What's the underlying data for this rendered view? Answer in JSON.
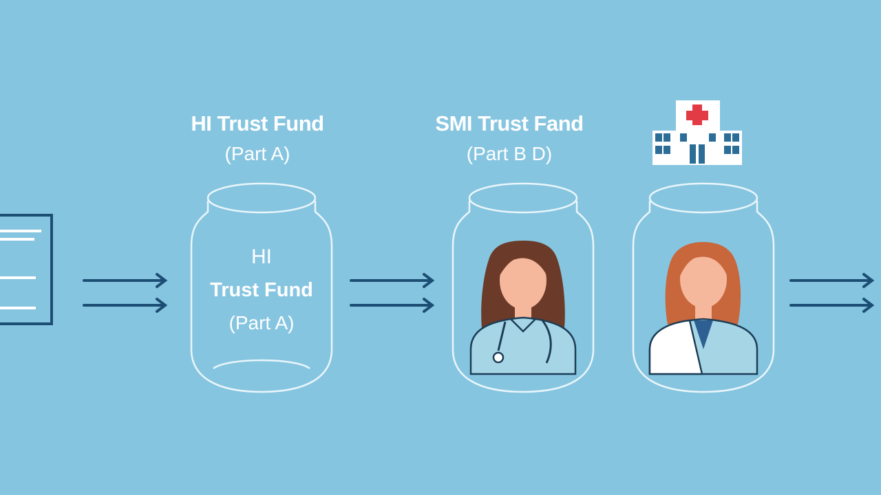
{
  "fund_hi": {
    "title": "HI Trust Fund",
    "subtitle": "(Part A)"
  },
  "fund_smi": {
    "title": "SMI Trust Fand",
    "subtitle": "(Part B D)"
  },
  "jar_hi": {
    "line1": "HI",
    "line2": "Trust Fund",
    "line3": "(Part A)"
  },
  "colors": {
    "background": "#86c5e0",
    "jar_outline": "#eaf6fb",
    "arrow": "#1c4e74",
    "doc_frame": "#1c4e74",
    "hospital_cross": "#e23b46",
    "hospital_window": "#2b6d97",
    "skin": "#f6b89c",
    "hair_dark": "#6b3a28",
    "hair_auburn": "#c8663c",
    "scrubs": "#a6d6e6",
    "lab_coat": "#ffffff",
    "outline": "#1d3d56"
  },
  "icons": [
    "document-icon",
    "hospital-icon",
    "doctor-stethoscope-icon",
    "doctor-labcoat-icon",
    "arrow-right-icon"
  ]
}
